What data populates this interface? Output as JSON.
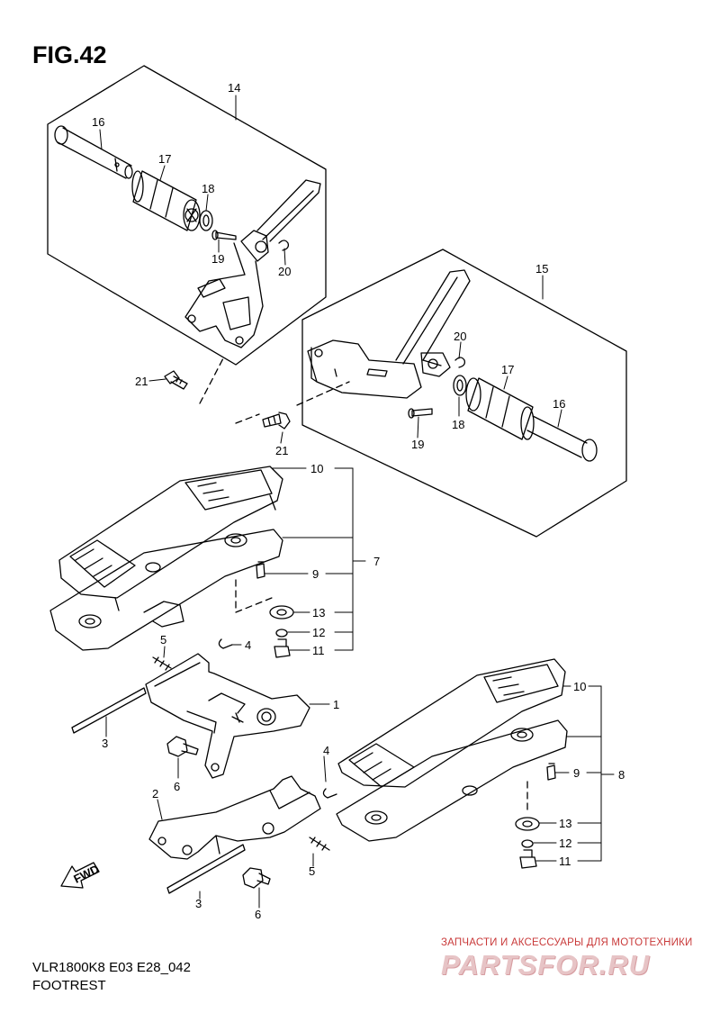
{
  "figure_label": "FIG.42",
  "model_code": "VLR1800K8 E03 E28_042",
  "section_name": "FOOTREST",
  "watermark": {
    "tagline": "ЗАПЧАСТИ И АКСЕССУАРЫ ДЛЯ МОТОТЕХНИКИ",
    "logo_text": "PARTSFOR.RU"
  },
  "callouts": {
    "c14": "14",
    "c16a": "16",
    "c17a": "17",
    "c18a": "18",
    "c19a": "19",
    "c20a": "20",
    "c21a": "21",
    "c21b": "21",
    "c15": "15",
    "c20b": "20",
    "c17b": "17",
    "c16b": "16",
    "c18b": "18",
    "c19b": "19",
    "c10a": "10",
    "c7": "7",
    "c9a": "9",
    "c13a": "13",
    "c12a": "12",
    "c11a": "11",
    "c5a": "5",
    "c4a": "4",
    "c1": "1",
    "c3a": "3",
    "c6a": "6",
    "c4b": "4",
    "c2": "2",
    "c5b": "5",
    "c3b": "3",
    "c6b": "6",
    "c10b": "10",
    "c9b": "9",
    "c8": "8",
    "c13b": "13",
    "c12b": "12",
    "c11b": "11"
  },
  "fwd_label": "FWD"
}
